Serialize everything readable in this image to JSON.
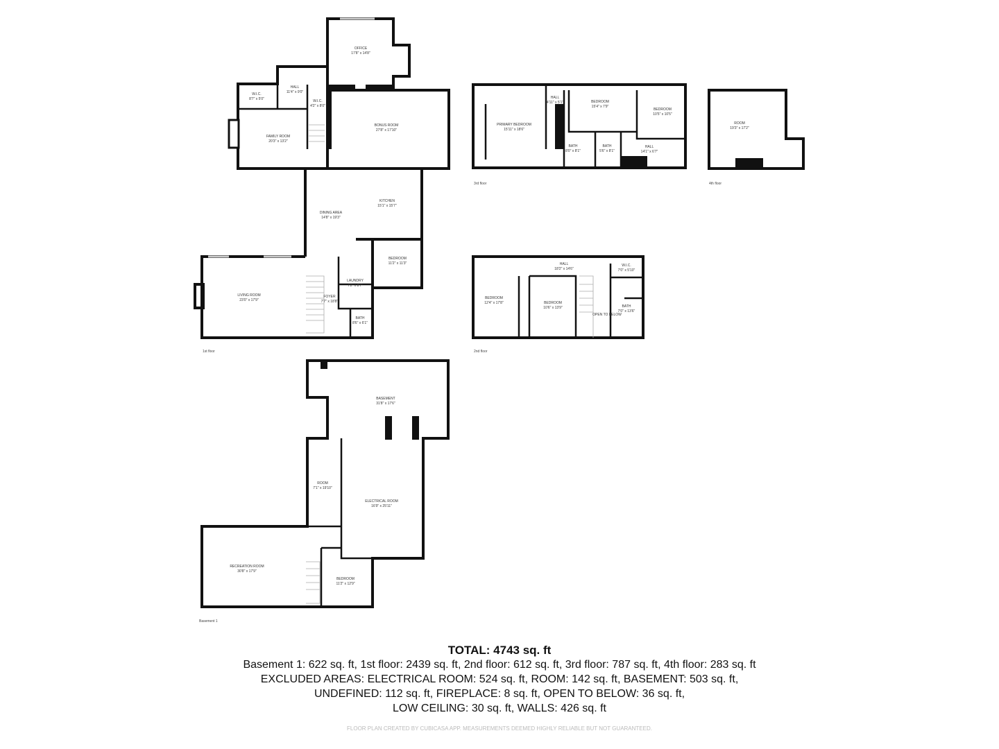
{
  "floors": {
    "first": {
      "label": "1st floor",
      "rooms": [
        {
          "name": "OFFICE",
          "dims": "17'8\" x 14'8\""
        },
        {
          "name": "W.I.C.",
          "dims": "8'7\" x 5'0\""
        },
        {
          "name": "HALL",
          "dims": "11'4\" x 9'0\""
        },
        {
          "name": "W.I.C.",
          "dims": "4'2\" x 8'0\""
        },
        {
          "name": "FAMILY ROOM",
          "dims": "20'3\" x 13'2\""
        },
        {
          "name": "BONUS ROOM",
          "dims": "27'8\" x 17'10\""
        },
        {
          "name": "DINING AREA",
          "dims": "14'8\" x 19'3\""
        },
        {
          "name": "KITCHEN",
          "dims": "15'1\" x 15'7\""
        },
        {
          "name": "BEDROOM",
          "dims": "11'2\" x 11'3\""
        },
        {
          "name": "LAUNDRY",
          "dims": "7'2\" x 8'7\""
        },
        {
          "name": "FOYER",
          "dims": "7'7\" x 18'8\""
        },
        {
          "name": "BATH",
          "dims": "8'6\" x 6'1\""
        },
        {
          "name": "LIVING ROOM",
          "dims": "23'0\" x 17'9\""
        }
      ]
    },
    "second": {
      "label": "2nd floor",
      "rooms": [
        {
          "name": "HALL",
          "dims": "18'2\" x 14'6\""
        },
        {
          "name": "W.I.C.",
          "dims": "7'0\" x 5'10\""
        },
        {
          "name": "BEDROOM",
          "dims": "12'4\" x 17'8\""
        },
        {
          "name": "BEDROOM",
          "dims": "10'6\" x 13'9\""
        },
        {
          "name": "BATH",
          "dims": "7'0\" x 13'6\""
        },
        {
          "name": "OPEN TO BELOW",
          "dims": ""
        }
      ]
    },
    "third": {
      "label": "3rd floor",
      "rooms": [
        {
          "name": "PRIMARY BEDROOM",
          "dims": "15'11\" x 18'6\""
        },
        {
          "name": "HALL",
          "dims": "4'11\" x 5'1\""
        },
        {
          "name": "BEDROOM",
          "dims": "15'4\" x 7'9\""
        },
        {
          "name": "BEDROOM",
          "dims": "10'5\" x 10'5\""
        },
        {
          "name": "BATH",
          "dims": "8'0\" x 8'1\""
        },
        {
          "name": "BATH",
          "dims": "5'6\" x 8'1\""
        },
        {
          "name": "HALL",
          "dims": "14'1\" x 6'7\""
        }
      ]
    },
    "fourth": {
      "label": "4th floor",
      "rooms": [
        {
          "name": "ROOM",
          "dims": "19'3\" x 17'2\""
        }
      ]
    },
    "basement": {
      "label": "Basement 1",
      "rooms": [
        {
          "name": "BASEMENT",
          "dims": "31'8\" x 17'6\""
        },
        {
          "name": "ROOM",
          "dims": "7'1\" x 19'10\""
        },
        {
          "name": "ELECTRICAL ROOM",
          "dims": "16'9\" x 25'11\""
        },
        {
          "name": "RECREATION ROOM",
          "dims": "30'8\" x 17'9\""
        },
        {
          "name": "BEDROOM",
          "dims": "11'2\" x 12'9\""
        }
      ]
    }
  },
  "summary": {
    "total": "TOTAL: 4743 sq. ft",
    "line1": "Basement 1: 622 sq. ft, 1st floor: 2439 sq. ft, 2nd floor: 612 sq. ft, 3rd floor: 787 sq. ft, 4th floor: 283 sq. ft",
    "line2": "EXCLUDED AREAS: ELECTRICAL ROOM: 524 sq. ft, ROOM: 142 sq. ft, BASEMENT: 503 sq. ft,",
    "line3": "UNDEFINED: 112 sq. ft, FIREPLACE: 8 sq. ft, OPEN TO BELOW: 36 sq. ft,",
    "line4": "LOW CEILING: 30 sq. ft, WALLS: 426 sq. ft",
    "disclaimer": "FLOOR PLAN CREATED BY CUBICASA APP. MEASUREMENTS DEEMED HIGHLY RELIABLE BUT NOT GUARANTEED."
  }
}
